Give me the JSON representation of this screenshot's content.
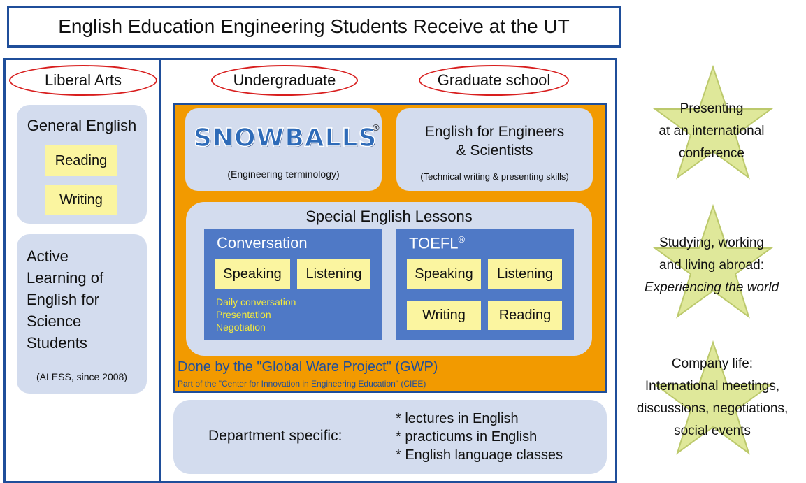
{
  "title": "English Education Engineering Students Receive at the UT",
  "headers": {
    "liberal_arts": "Liberal Arts",
    "undergraduate": "Undergraduate",
    "graduate": "Graduate school"
  },
  "left": {
    "general_english": "General English",
    "reading": "Reading",
    "writing": "Writing",
    "active_lines": [
      "Active",
      "Learning of",
      "English for",
      "Science",
      "Students"
    ],
    "aless": "(ALESS, since 2008)"
  },
  "snowballs": {
    "logo": "SNOWBALLS",
    "reg": "®",
    "caption": "(Engineering terminology)"
  },
  "efes": {
    "title_line1": "English for Engineers",
    "title_line2": "& Scientists",
    "caption": "(Technical writing & presenting skills)"
  },
  "special": {
    "title": "Special English Lessons",
    "conversation": {
      "title": "Conversation",
      "speaking": "Speaking",
      "listening": "Listening",
      "items": [
        "Daily conversation",
        "Presentation",
        "Negotiation"
      ]
    },
    "toefl": {
      "title": "TOEFL",
      "reg": "®",
      "speaking": "Speaking",
      "listening": "Listening",
      "writing": "Writing",
      "reading": "Reading"
    }
  },
  "gwp": {
    "title": "Done by the \"Global Ware Project\" (GWP)",
    "subtitle": "Part of the \"Center for Innovation in Engineering Education\" (CIEE)"
  },
  "department": {
    "label": "Department specific:",
    "items": [
      "* lectures in English",
      "* practicums  in English",
      "* English language classes"
    ]
  },
  "stars": [
    {
      "lines": [
        "Presenting",
        "at an international",
        "conference"
      ]
    },
    {
      "lines": [
        "Studying, working",
        "and living abroad:",
        "Experiencing the world"
      ]
    },
    {
      "lines": [
        "Company life:",
        "International meetings,",
        "discussions, negotiations,",
        "social events"
      ]
    }
  ],
  "colors": {
    "frame_blue": "#1f4e9a",
    "oval_red": "#d81e1e",
    "orange": "#f29a00",
    "light_blue": "#d3dcee",
    "panel_blue": "#4f79c6",
    "yellow": "#fbf5a0",
    "star_fill": "#dfe89a",
    "star_edge": "#bcc96c"
  }
}
